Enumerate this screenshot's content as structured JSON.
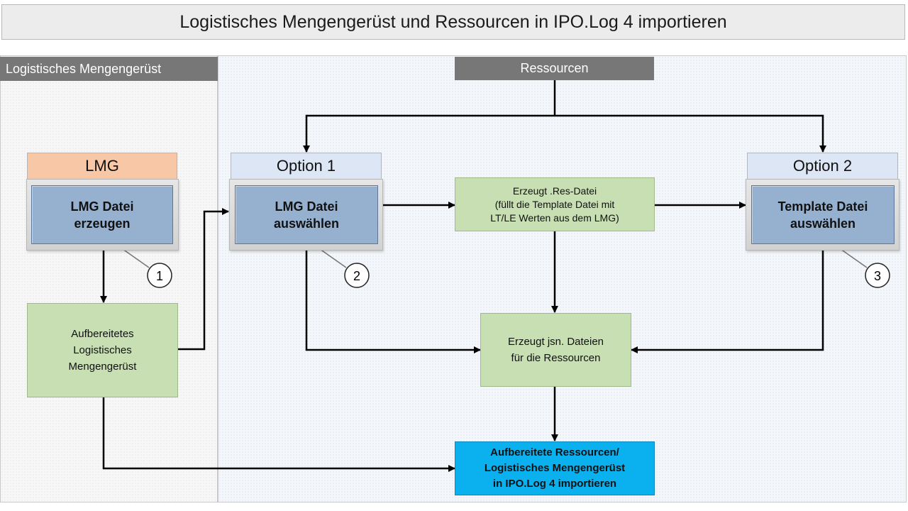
{
  "title": "Logistisches Mengengerüst und Ressourcen in IPO.Log 4 importieren",
  "lanes": {
    "left_header": "Logistisches Mengengerüst",
    "right_header": "Ressourcen"
  },
  "tabs": {
    "lmg": "LMG",
    "option1": "Option 1",
    "option2": "Option 2"
  },
  "boxes": {
    "lmg_create": [
      "LMG Datei",
      "erzeugen"
    ],
    "lmg_select": [
      "LMG Datei",
      "auswählen"
    ],
    "template_select": [
      "Template Datei",
      "auswählen"
    ],
    "prepared_lmg": [
      "Aufbereitetes",
      "Logistisches",
      "Mengengerüst"
    ],
    "res_file": [
      "Erzeugt .Res-Datei",
      "(füllt die Template Datei mit",
      "LT/LE Werten aus dem LMG)"
    ],
    "json_files": [
      "Erzeugt jsn. Dateien",
      "für die Ressourcen"
    ],
    "import": [
      "Aufbereitete Ressourcen/",
      "Logistisches Mengengerüst",
      "in IPO.Log 4 importieren"
    ]
  },
  "callouts": [
    "1",
    "2",
    "3"
  ],
  "colors": {
    "lane_header": "#777777",
    "orange_tab": "#f8c8a6",
    "blue_tab": "#dde6f4",
    "step_box": "#96b1d0",
    "green_box": "#c7dfb3",
    "import_box": "#0bb0ef"
  }
}
